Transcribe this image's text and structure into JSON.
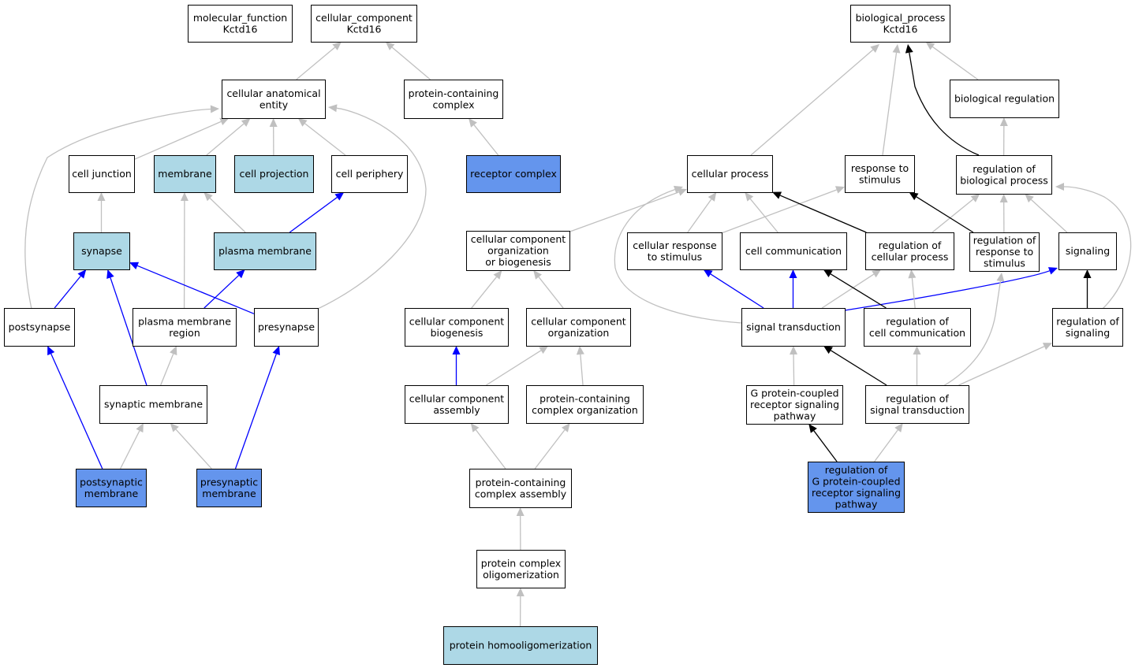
{
  "colors": {
    "plain": "#ffffff",
    "light": "#add8e6",
    "dark": "#6495ed",
    "edge_gray": "#c0c0c0",
    "edge_blue": "#0000ff",
    "edge_black": "#000000"
  },
  "nodes": [
    {
      "id": "mf_root",
      "lines": [
        "molecular_function",
        "Kctd16"
      ],
      "fill": "plain"
    },
    {
      "id": "cc_root",
      "lines": [
        "cellular_component",
        "Kctd16"
      ],
      "fill": "plain"
    },
    {
      "id": "bp_root",
      "lines": [
        "biological_process",
        "Kctd16"
      ],
      "fill": "plain"
    },
    {
      "id": "cae",
      "lines": [
        "cellular anatomical",
        "entity"
      ],
      "fill": "plain"
    },
    {
      "id": "pcc",
      "lines": [
        "protein-containing",
        "complex"
      ],
      "fill": "plain"
    },
    {
      "id": "bio_reg",
      "lines": [
        "biological regulation"
      ],
      "fill": "plain"
    },
    {
      "id": "cell_junction",
      "lines": [
        "cell junction"
      ],
      "fill": "plain"
    },
    {
      "id": "membrane",
      "lines": [
        "membrane"
      ],
      "fill": "light"
    },
    {
      "id": "cell_projection",
      "lines": [
        "cell projection"
      ],
      "fill": "light"
    },
    {
      "id": "cell_periphery",
      "lines": [
        "cell periphery"
      ],
      "fill": "plain"
    },
    {
      "id": "receptor_complex",
      "lines": [
        "receptor complex"
      ],
      "fill": "dark"
    },
    {
      "id": "cellular_process",
      "lines": [
        "cellular process"
      ],
      "fill": "plain"
    },
    {
      "id": "response_stimulus",
      "lines": [
        "response to",
        "stimulus"
      ],
      "fill": "plain"
    },
    {
      "id": "reg_bio_process",
      "lines": [
        "regulation of",
        "biological process"
      ],
      "fill": "plain"
    },
    {
      "id": "synapse",
      "lines": [
        "synapse"
      ],
      "fill": "light"
    },
    {
      "id": "plasma_membrane",
      "lines": [
        "plasma membrane"
      ],
      "fill": "light"
    },
    {
      "id": "cc_org_biog",
      "lines": [
        "cellular component",
        "organization",
        "or biogenesis"
      ],
      "fill": "plain"
    },
    {
      "id": "cell_resp_stim",
      "lines": [
        "cellular response",
        "to stimulus"
      ],
      "fill": "plain"
    },
    {
      "id": "cell_comm",
      "lines": [
        "cell communication"
      ],
      "fill": "plain"
    },
    {
      "id": "reg_cell_process",
      "lines": [
        "regulation of",
        "cellular process"
      ],
      "fill": "plain"
    },
    {
      "id": "reg_resp_stim",
      "lines": [
        "regulation of",
        "response to",
        "stimulus"
      ],
      "fill": "plain"
    },
    {
      "id": "signaling",
      "lines": [
        "signaling"
      ],
      "fill": "plain"
    },
    {
      "id": "postsynapse",
      "lines": [
        "postsynapse"
      ],
      "fill": "plain"
    },
    {
      "id": "pm_region",
      "lines": [
        "plasma membrane",
        "region"
      ],
      "fill": "plain"
    },
    {
      "id": "presynapse",
      "lines": [
        "presynapse"
      ],
      "fill": "plain"
    },
    {
      "id": "cc_biogenesis",
      "lines": [
        "cellular component",
        "biogenesis"
      ],
      "fill": "plain"
    },
    {
      "id": "cc_organization",
      "lines": [
        "cellular component",
        "organization"
      ],
      "fill": "plain"
    },
    {
      "id": "signal_transduction",
      "lines": [
        "signal transduction"
      ],
      "fill": "plain"
    },
    {
      "id": "reg_cell_comm",
      "lines": [
        "regulation of",
        "cell communication"
      ],
      "fill": "plain"
    },
    {
      "id": "reg_signaling",
      "lines": [
        "regulation of",
        "signaling"
      ],
      "fill": "plain"
    },
    {
      "id": "synaptic_membrane",
      "lines": [
        "synaptic membrane"
      ],
      "fill": "plain"
    },
    {
      "id": "cc_assembly",
      "lines": [
        "cellular component",
        "assembly"
      ],
      "fill": "plain"
    },
    {
      "id": "pcc_org",
      "lines": [
        "protein-containing",
        "complex organization"
      ],
      "fill": "plain"
    },
    {
      "id": "gpcr_pathway",
      "lines": [
        "G protein-coupled",
        "receptor signaling",
        "pathway"
      ],
      "fill": "plain"
    },
    {
      "id": "reg_signal_transduction",
      "lines": [
        "regulation of",
        "signal transduction"
      ],
      "fill": "plain"
    },
    {
      "id": "postsyn_membrane",
      "lines": [
        "postsynaptic",
        "membrane"
      ],
      "fill": "dark"
    },
    {
      "id": "presyn_membrane",
      "lines": [
        "presynaptic",
        "membrane"
      ],
      "fill": "dark"
    },
    {
      "id": "pcc_assembly",
      "lines": [
        "protein-containing",
        "complex assembly"
      ],
      "fill": "plain"
    },
    {
      "id": "reg_gpcr_pathway",
      "lines": [
        "regulation of",
        "G protein-coupled",
        "receptor signaling",
        "pathway"
      ],
      "fill": "dark"
    },
    {
      "id": "protein_complex_olig",
      "lines": [
        "protein complex",
        "oligomerization"
      ],
      "fill": "plain"
    },
    {
      "id": "protein_homoolig",
      "lines": [
        "protein homooligomerization"
      ],
      "fill": "light"
    }
  ],
  "edges": [
    {
      "from": "cae",
      "to": "cc_root",
      "color": "gray"
    },
    {
      "from": "pcc",
      "to": "cc_root",
      "color": "gray"
    },
    {
      "from": "cell_junction",
      "to": "cae",
      "color": "gray"
    },
    {
      "from": "membrane",
      "to": "cae",
      "color": "gray"
    },
    {
      "from": "cell_projection",
      "to": "cae",
      "color": "gray"
    },
    {
      "from": "cell_periphery",
      "to": "cae",
      "color": "gray"
    },
    {
      "from": "postsynapse",
      "to": "cae",
      "color": "gray"
    },
    {
      "from": "presynapse",
      "to": "cae",
      "color": "gray"
    },
    {
      "from": "synapse",
      "to": "cell_junction",
      "color": "gray"
    },
    {
      "from": "plasma_membrane",
      "to": "membrane",
      "color": "gray"
    },
    {
      "from": "pm_region",
      "to": "membrane",
      "color": "gray"
    },
    {
      "from": "plasma_membrane",
      "to": "cell_periphery",
      "color": "blue"
    },
    {
      "from": "postsynapse",
      "to": "synapse",
      "color": "blue"
    },
    {
      "from": "presynapse",
      "to": "synapse",
      "color": "blue"
    },
    {
      "from": "synaptic_membrane",
      "to": "synapse",
      "color": "blue"
    },
    {
      "from": "pm_region",
      "to": "plasma_membrane",
      "color": "blue"
    },
    {
      "from": "synaptic_membrane",
      "to": "pm_region",
      "color": "gray"
    },
    {
      "from": "postsyn_membrane",
      "to": "postsynapse",
      "color": "blue"
    },
    {
      "from": "postsyn_membrane",
      "to": "synaptic_membrane",
      "color": "gray"
    },
    {
      "from": "presyn_membrane",
      "to": "synaptic_membrane",
      "color": "gray"
    },
    {
      "from": "presyn_membrane",
      "to": "presynapse",
      "color": "blue"
    },
    {
      "from": "receptor_complex",
      "to": "pcc",
      "color": "gray"
    },
    {
      "from": "cc_org_biog",
      "to": "cellular_process",
      "color": "gray"
    },
    {
      "from": "cc_biogenesis",
      "to": "cc_org_biog",
      "color": "gray"
    },
    {
      "from": "cc_organization",
      "to": "cc_org_biog",
      "color": "gray"
    },
    {
      "from": "cc_assembly",
      "to": "cc_biogenesis",
      "color": "blue"
    },
    {
      "from": "cc_assembly",
      "to": "cc_organization",
      "color": "gray"
    },
    {
      "from": "pcc_org",
      "to": "cc_organization",
      "color": "gray"
    },
    {
      "from": "pcc_assembly",
      "to": "cc_assembly",
      "color": "gray"
    },
    {
      "from": "pcc_assembly",
      "to": "pcc_org",
      "color": "gray"
    },
    {
      "from": "protein_complex_olig",
      "to": "pcc_assembly",
      "color": "gray"
    },
    {
      "from": "protein_homoolig",
      "to": "protein_complex_olig",
      "color": "gray"
    },
    {
      "from": "cellular_process",
      "to": "bp_root",
      "color": "gray"
    },
    {
      "from": "response_stimulus",
      "to": "bp_root",
      "color": "gray"
    },
    {
      "from": "reg_bio_process",
      "to": "bp_root",
      "color": "black"
    },
    {
      "from": "bio_reg",
      "to": "bp_root",
      "color": "gray"
    },
    {
      "from": "reg_bio_process",
      "to": "bio_reg",
      "color": "gray"
    },
    {
      "from": "cell_resp_stim",
      "to": "cellular_process",
      "color": "gray"
    },
    {
      "from": "cell_resp_stim",
      "to": "response_stimulus",
      "color": "gray"
    },
    {
      "from": "cell_comm",
      "to": "cellular_process",
      "color": "gray"
    },
    {
      "from": "reg_cell_process",
      "to": "cellular_process",
      "color": "black"
    },
    {
      "from": "reg_cell_process",
      "to": "reg_bio_process",
      "color": "gray"
    },
    {
      "from": "reg_resp_stim",
      "to": "response_stimulus",
      "color": "black"
    },
    {
      "from": "reg_resp_stim",
      "to": "reg_bio_process",
      "color": "gray"
    },
    {
      "from": "signaling",
      "to": "reg_bio_process",
      "color": "gray"
    },
    {
      "from": "reg_signaling",
      "to": "reg_bio_process",
      "color": "gray"
    },
    {
      "from": "signal_transduction",
      "to": "cell_resp_stim",
      "color": "blue"
    },
    {
      "from": "signal_transduction",
      "to": "cell_comm",
      "color": "blue"
    },
    {
      "from": "signal_transduction",
      "to": "signaling",
      "color": "blue"
    },
    {
      "from": "signal_transduction",
      "to": "reg_cell_process",
      "color": "gray"
    },
    {
      "from": "signal_transduction",
      "to": "cellular_process",
      "color": "gray"
    },
    {
      "from": "reg_cell_comm",
      "to": "cell_comm",
      "color": "black"
    },
    {
      "from": "reg_cell_comm",
      "to": "reg_cell_process",
      "color": "gray"
    },
    {
      "from": "reg_signaling",
      "to": "signaling",
      "color": "black"
    },
    {
      "from": "gpcr_pathway",
      "to": "signal_transduction",
      "color": "gray"
    },
    {
      "from": "reg_signal_transduction",
      "to": "signal_transduction",
      "color": "black"
    },
    {
      "from": "reg_signal_transduction",
      "to": "reg_cell_comm",
      "color": "gray"
    },
    {
      "from": "reg_signal_transduction",
      "to": "reg_signaling",
      "color": "gray"
    },
    {
      "from": "reg_signal_transduction",
      "to": "reg_resp_stim",
      "color": "gray"
    },
    {
      "from": "reg_gpcr_pathway",
      "to": "gpcr_pathway",
      "color": "black"
    },
    {
      "from": "reg_gpcr_pathway",
      "to": "reg_signal_transduction",
      "color": "gray"
    }
  ]
}
